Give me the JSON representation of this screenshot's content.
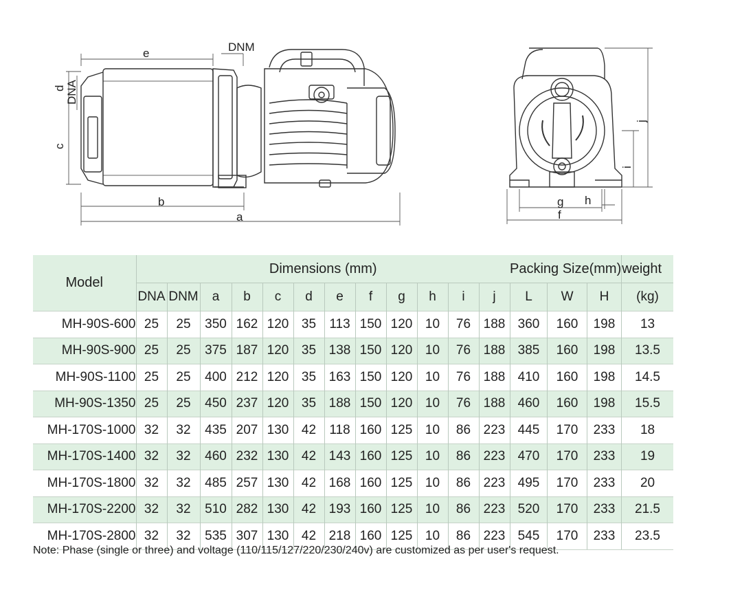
{
  "drawing": {
    "labels": {
      "e": "e",
      "dnm": "DNM",
      "d": "d",
      "dna": "DNA",
      "c": "c",
      "b": "b",
      "a": "a",
      "j": "j",
      "i": "i",
      "g": "g",
      "h": "h",
      "f": "f"
    }
  },
  "table": {
    "model_header": "Model",
    "dimensions_header": "Dimensions (mm)",
    "packing_header": "Packing Size(mm)",
    "weight_header": "weight",
    "columns": [
      "DNA",
      "DNM",
      "a",
      "b",
      "c",
      "d",
      "e",
      "f",
      "g",
      "h",
      "i",
      "j",
      "L",
      "W",
      "H",
      "(kg)"
    ],
    "rows": [
      [
        "MH-90S-600",
        "25",
        "25",
        "350",
        "162",
        "120",
        "35",
        "113",
        "150",
        "120",
        "10",
        "76",
        "188",
        "360",
        "160",
        "198",
        "13"
      ],
      [
        "MH-90S-900",
        "25",
        "25",
        "375",
        "187",
        "120",
        "35",
        "138",
        "150",
        "120",
        "10",
        "76",
        "188",
        "385",
        "160",
        "198",
        "13.5"
      ],
      [
        "MH-90S-1100",
        "25",
        "25",
        "400",
        "212",
        "120",
        "35",
        "163",
        "150",
        "120",
        "10",
        "76",
        "188",
        "410",
        "160",
        "198",
        "14.5"
      ],
      [
        "MH-90S-1350",
        "25",
        "25",
        "450",
        "237",
        "120",
        "35",
        "188",
        "150",
        "120",
        "10",
        "76",
        "188",
        "460",
        "160",
        "198",
        "15.5"
      ],
      [
        "MH-170S-1000",
        "32",
        "32",
        "435",
        "207",
        "130",
        "42",
        "118",
        "160",
        "125",
        "10",
        "86",
        "223",
        "445",
        "170",
        "233",
        "18"
      ],
      [
        "MH-170S-1400",
        "32",
        "32",
        "460",
        "232",
        "130",
        "42",
        "143",
        "160",
        "125",
        "10",
        "86",
        "223",
        "470",
        "170",
        "233",
        "19"
      ],
      [
        "MH-170S-1800",
        "32",
        "32",
        "485",
        "257",
        "130",
        "42",
        "168",
        "160",
        "125",
        "10",
        "86",
        "223",
        "495",
        "170",
        "233",
        "20"
      ],
      [
        "MH-170S-2200",
        "32",
        "32",
        "510",
        "282",
        "130",
        "42",
        "193",
        "160",
        "125",
        "10",
        "86",
        "223",
        "520",
        "170",
        "233",
        "21.5"
      ],
      [
        "MH-170S-2800",
        "32",
        "32",
        "535",
        "307",
        "130",
        "42",
        "218",
        "160",
        "125",
        "10",
        "86",
        "223",
        "545",
        "170",
        "233",
        "23.5"
      ]
    ]
  },
  "note": "Note: Phase (single or three) and voltage (110/115/127/220/230/240v) are customized as per user's request."
}
